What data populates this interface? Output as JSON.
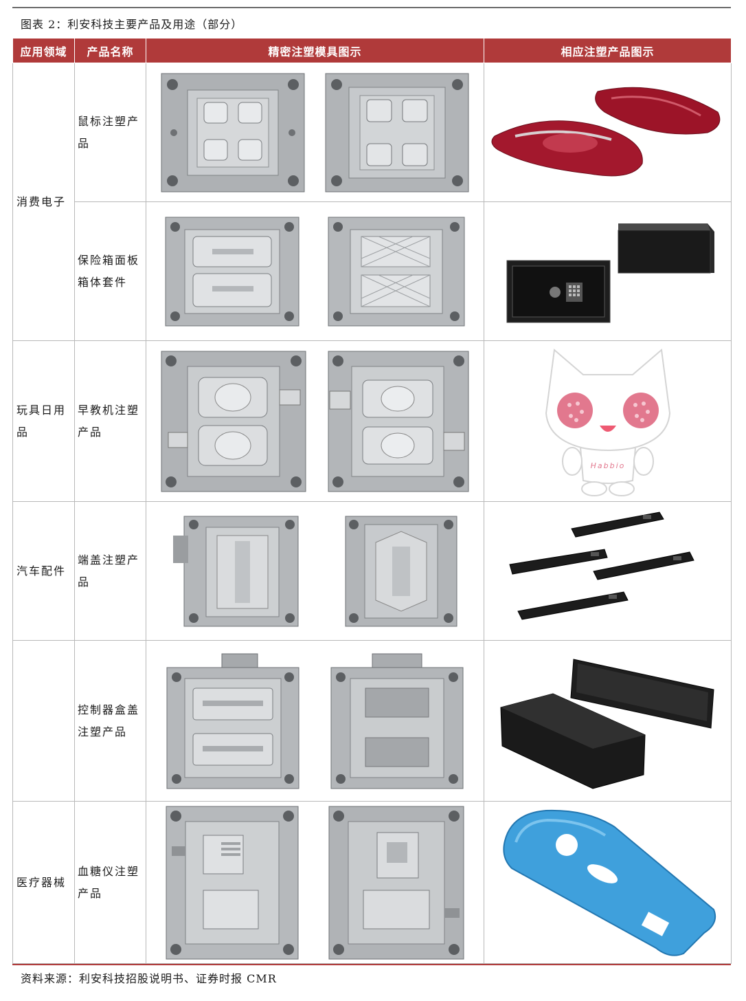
{
  "caption": "图表 2：利安科技主要产品及用途（部分）",
  "headers": [
    "应用领域",
    "产品名称",
    "精密注塑模具图示",
    "相应注塑产品图示"
  ],
  "fields": {
    "consumer": "消费电子",
    "toy": "玩具日用品",
    "auto": "汽车配件",
    "medical": "医疗器械"
  },
  "products": {
    "mouse": "鼠标注塑产品",
    "safe": "保险箱面板箱体套件",
    "edu": "早教机注塑产品",
    "cap": "端盖注塑产品",
    "ctrl": "控制器盒盖注塑产品",
    "glucose": "血糖仪注塑产品"
  },
  "toy_logo_text": "Habbio",
  "source": "资料来源：利安科技招股说明书、证券时报 CMR",
  "colors": {
    "header_bg": "#b03a3a",
    "mold_metal": "#b9bcbf",
    "mouse_red": "#9c1428",
    "safe_black": "#1e1e1e",
    "toy_pink": "#e2788e",
    "glucose_blue": "#3fa0dc"
  }
}
